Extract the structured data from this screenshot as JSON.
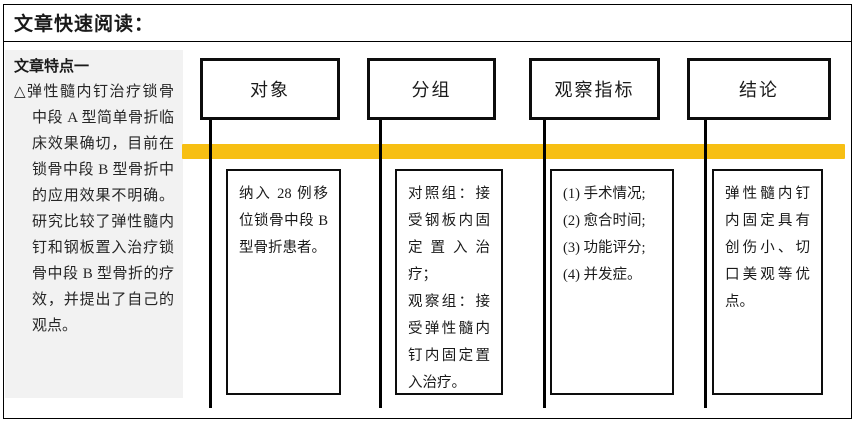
{
  "page": {
    "title": "文章快速阅读：",
    "accent_color": "#f7bf13",
    "panel_bg": "#f2f2f2",
    "line_color": "#0d0d0d"
  },
  "summary_panel": {
    "heading": "文章特点一",
    "body": "△弹性髓内钉治疗锁骨中段 A 型简单骨折临床效果确切，目前在锁骨中段 B 型骨折中的应用效果不明确。研究比较了弹性髓内钉和钢板置入治疗锁骨中段 B 型骨折的疗效，并提出了自己的观点。"
  },
  "flow": {
    "columns": [
      {
        "header": "对象",
        "lines": [
          "纳入 28 例移位锁骨中段 B 型骨折患者。"
        ]
      },
      {
        "header": "分组",
        "lines": [
          "对照组：接受钢板内固定置入治疗；",
          "观察组：接受弹性髓内钉内固定置入治疗。"
        ]
      },
      {
        "header": "观察指标",
        "lines": [
          "(1) 手术情况;",
          "(2) 愈合时间;",
          "(3) 功能评分;",
          "(4) 并发症。"
        ]
      },
      {
        "header": "结论",
        "lines": [
          "弹性髓内钉内固定具有创伤小、切口美观等优点。"
        ]
      }
    ]
  }
}
